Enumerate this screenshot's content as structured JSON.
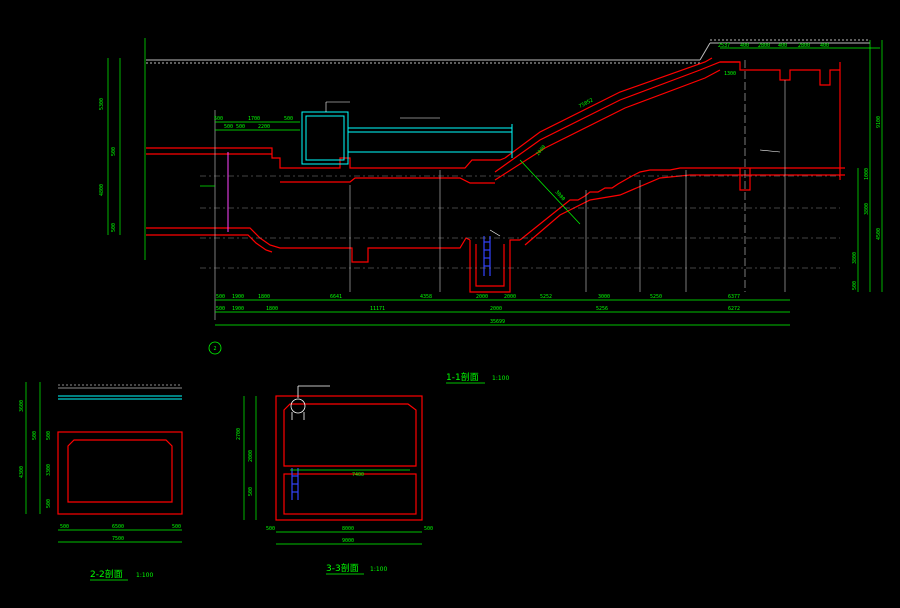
{
  "sections": {
    "s11": {
      "title": "1-1剖面",
      "scale": "1:100"
    },
    "s22": {
      "title": "2-2剖面",
      "scale": "1:100"
    },
    "s33": {
      "title": "3-3剖面",
      "scale": "1:100"
    }
  },
  "axis_label": "2",
  "top_dims": [
    "2537",
    "400",
    "2800",
    "400",
    "2800",
    "400",
    "1300"
  ],
  "bottom_dims_row1": [
    "500",
    "1900",
    "1800",
    "6641",
    "4358",
    "2000",
    "2000",
    "5252",
    "3000",
    "5250",
    "6377"
  ],
  "bottom_dims_row2": [
    "500",
    "1900",
    "1800",
    "11171",
    "2000",
    "5256",
    "6272"
  ],
  "overall_dim": "35699",
  "upper_dims": [
    "500",
    "500",
    "500",
    "1700",
    "2200",
    "500"
  ],
  "left_dims": [
    "5300",
    "500",
    "4800",
    "500"
  ],
  "right_dims": [
    "9100",
    "1000",
    "3800",
    "4500",
    "500",
    "3800"
  ],
  "sloped_dims": [
    "75052",
    "1000",
    "3080"
  ],
  "s22_dims": {
    "left": [
      "3600",
      "500",
      "4300"
    ],
    "inner": [
      "500",
      "3300",
      "500"
    ],
    "bottom": [
      "500",
      "6500",
      "500"
    ],
    "total": "7500"
  },
  "s33_dims": {
    "left": [
      "2700",
      "2000",
      "500"
    ],
    "inner": [
      "7400"
    ],
    "bottom": [
      "500",
      "8000",
      "500"
    ],
    "total": "9000"
  },
  "colors": {
    "background": "#000000",
    "structure": "#ff0000",
    "dimension": "#00ff00",
    "pipe": "#00ffff",
    "ladder": "#3344ff",
    "leader": "#ffffff",
    "ground": "#bbbbbb",
    "grid": "#888888"
  }
}
